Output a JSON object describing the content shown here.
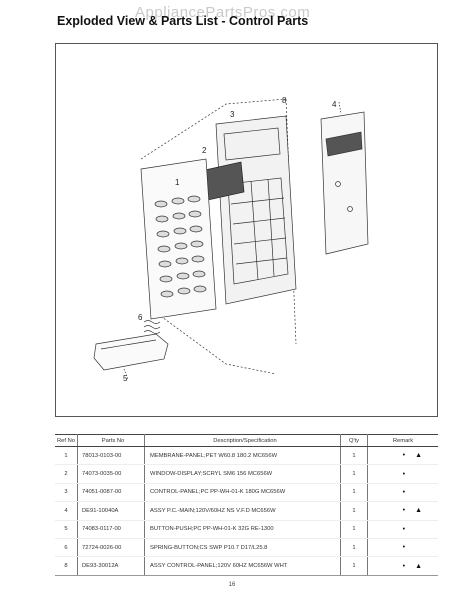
{
  "watermark": "AppliancePartsPros.com",
  "page_title": "Exploded View & Parts List - Control Parts",
  "callouts": {
    "c1": "1",
    "c2": "2",
    "c3": "3",
    "c4": "4",
    "c5": "5",
    "c6": "6",
    "c8": "8"
  },
  "table": {
    "headers": {
      "ref": "Ref No",
      "part": "Parts No",
      "desc": "Description/Specification",
      "qty": "Q'ty",
      "remark": "Remark"
    },
    "rows": [
      {
        "ref": "1",
        "part": "78013-0103-00",
        "desc": "MEMBRANE-PANEL;PET W60.8 180.2 MC656W",
        "qty": "1",
        "bullet": "•",
        "warn": "▲"
      },
      {
        "ref": "2",
        "part": "74073-0035-00",
        "desc": "WINDOW-DISPLAY;SCRYL SM6 156 MC656W",
        "qty": "1",
        "bullet": "•",
        "warn": ""
      },
      {
        "ref": "3",
        "part": "74051-0087-00",
        "desc": "CONTROL-PANEL;PC PP-WH-01-K 180G MC656W",
        "qty": "1",
        "bullet": "•",
        "warn": ""
      },
      {
        "ref": "4",
        "part": "DE91-10040A",
        "desc": "ASSY P.C.-MAIN;120V/60HZ NS V.F.D MC656W",
        "qty": "1",
        "bullet": "•",
        "warn": "▲"
      },
      {
        "ref": "5",
        "part": "74083-0117-00",
        "desc": "BUTTON-PUSH;PC PP-WH-01-K 32G RE-1300",
        "qty": "1",
        "bullet": "•",
        "warn": ""
      },
      {
        "ref": "6",
        "part": "72724-0026-00",
        "desc": "SPRING-BUTTON;CS SWP P10.7 D17/L25.8",
        "qty": "1",
        "bullet": "•",
        "warn": ""
      },
      {
        "ref": "8",
        "part": "DE93-30012A",
        "desc": "ASSY CONTROL-PANEL;120V 60HZ MC656W WHT",
        "qty": "1",
        "bullet": "•",
        "warn": "▲"
      }
    ]
  },
  "page_number": "16"
}
